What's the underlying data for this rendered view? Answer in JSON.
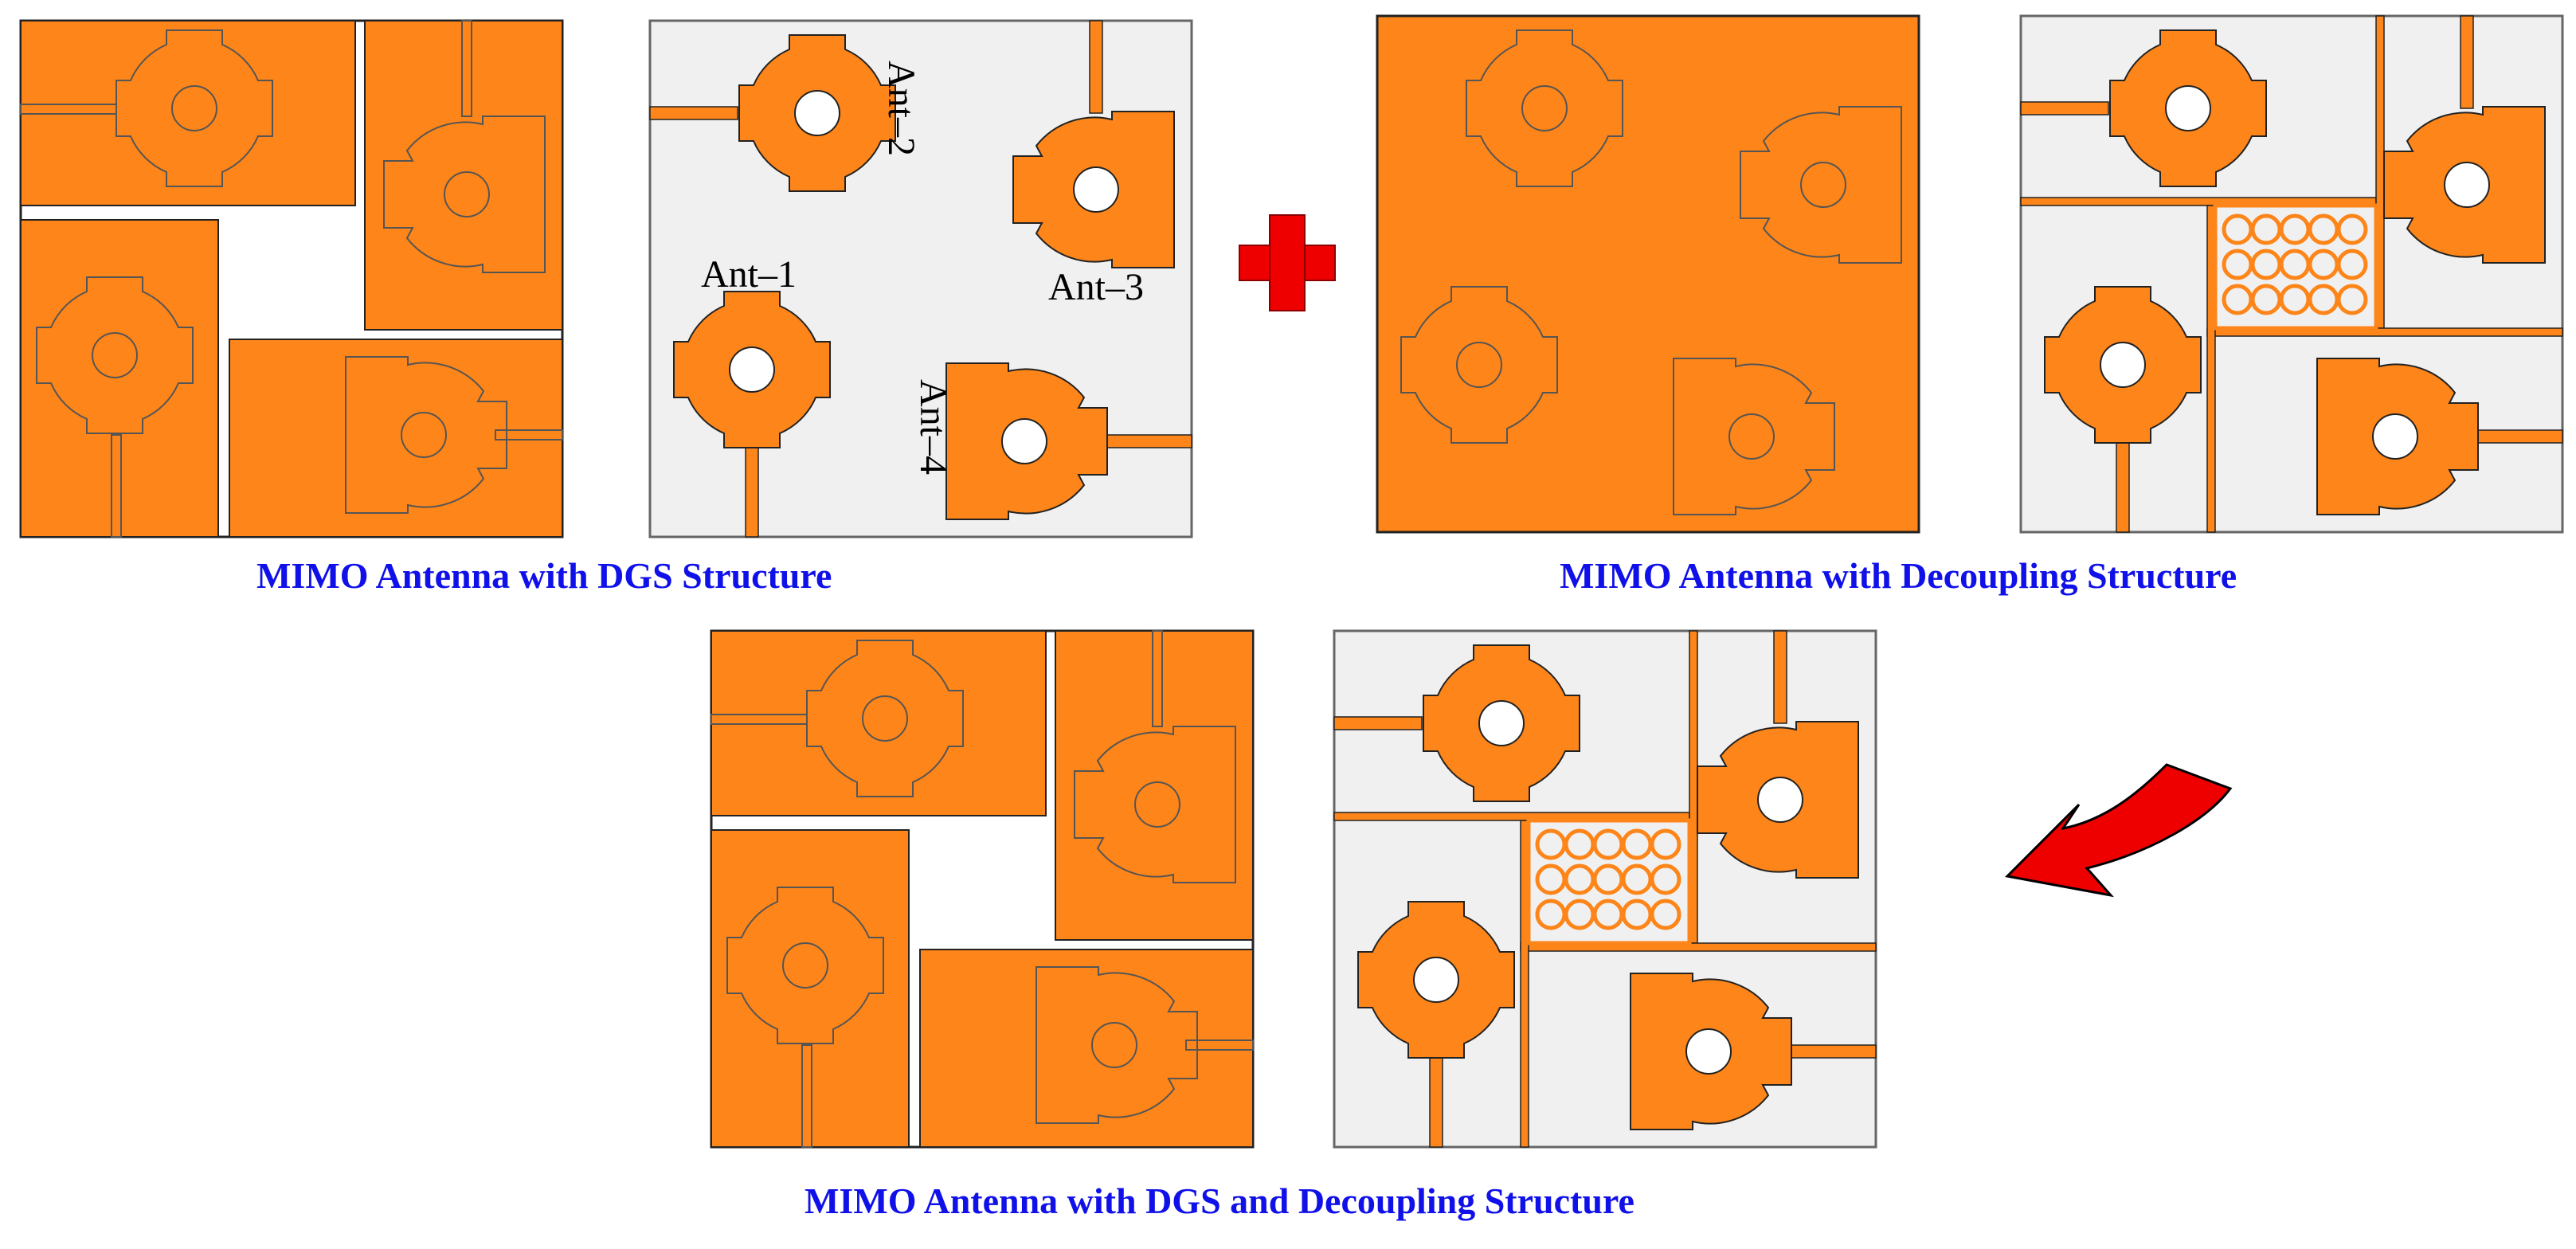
{
  "captions": {
    "dgs": "MIMO Antenna with DGS Structure",
    "decoupling": "MIMO Antenna with Decoupling Structure",
    "dgs_and_decoupling": "MIMO Antenna with DGS and Decoupling Structure"
  },
  "antenna_labels": {
    "ant1": "Ant–1",
    "ant2": "Ant–2",
    "ant3": "Ant–3",
    "ant4": "Ant–4"
  },
  "colors": {
    "copper": "#fd8519",
    "substrate": "#f0f0f0",
    "outline": "#555555",
    "caption_blue": "#1010e8",
    "plus_red": "#ee0000",
    "arrow_red": "#ee0000"
  },
  "symbols": {
    "plus": "plus-sign-icon",
    "arrow": "curved-arrow-icon"
  }
}
